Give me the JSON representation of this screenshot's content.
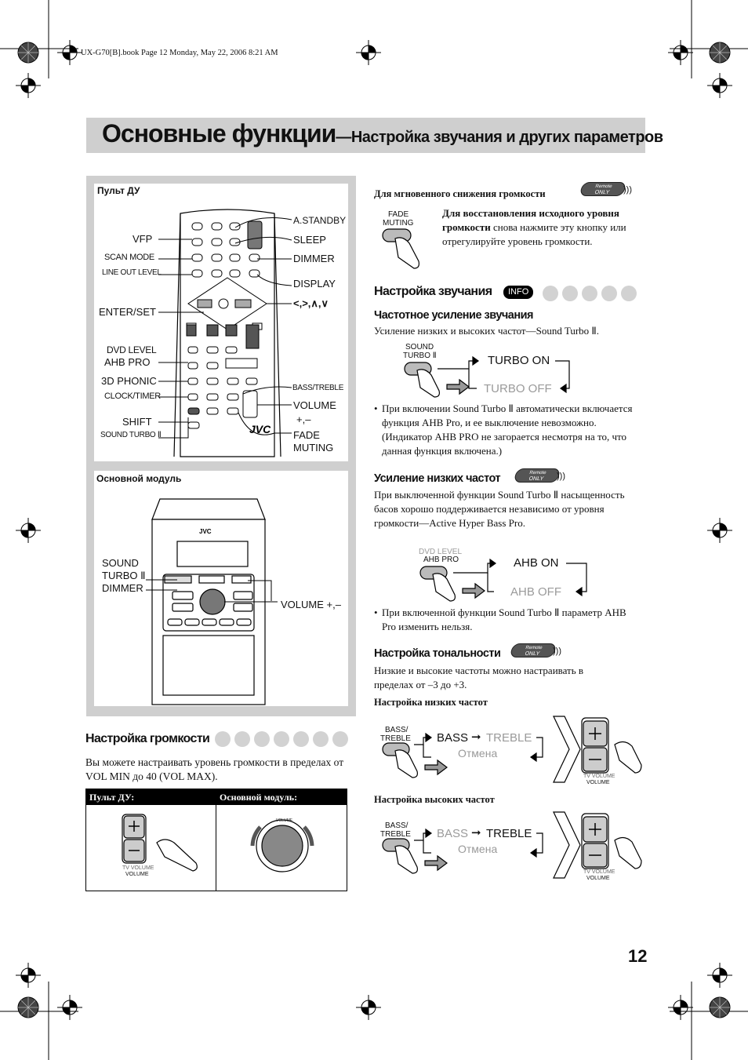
{
  "header": {
    "file_info": "UX-G70[B].book  Page 12  Monday, May 22, 2006  8:21 AM"
  },
  "title": {
    "main": "Основные функции",
    "sub": "—Настройка звучания и других параметров"
  },
  "remote_panel": {
    "heading": "Пульт ДУ",
    "labels_left": [
      "VFP",
      "SCAN MODE",
      "LINE OUT LEVEL",
      "ENTER/SET",
      "DVD LEVEL",
      "AHB PRO",
      "3D PHONIC",
      "CLOCK/TIMER",
      "SHIFT",
      "SOUND TURBO Ⅱ"
    ],
    "labels_right": [
      "A.STANDBY",
      "SLEEP",
      "DIMMER",
      "DISPLAY",
      "<,>,∧,∨",
      "BASS/TREBLE",
      "VOLUME",
      "+,–",
      "FADE",
      "MUTING"
    ],
    "brand": "JVC"
  },
  "main_unit_panel": {
    "heading": "Основной модуль",
    "labels": [
      "SOUND",
      "TURBO Ⅱ",
      "DIMMER",
      "VOLUME +,–"
    ],
    "brand": "JVC"
  },
  "volume_section": {
    "heading": "Настройка громкости",
    "text": "Вы можете настраивать уровень громкости в пределах от VOL MIN до 40 (VOL MAX).",
    "table_headers": [
      "Пульт ДУ:",
      "Основной модуль:"
    ],
    "remote_caption": [
      "TV VOLUME",
      "VOLUME"
    ],
    "knob_caption": "VOLUME"
  },
  "fade_section": {
    "heading": "Для мгновенного снижения громкости",
    "badge": [
      "Remote",
      "ONLY"
    ],
    "button_label": [
      "FADE",
      "MUTING"
    ],
    "text_bold": "Для восстановления исходного уровня громкости",
    "text_rest": "снова нажмите эту кнопку или отрегулируйте уровень громкости."
  },
  "sound_section": {
    "heading": "Настройка звучания",
    "info_badge": "INFO",
    "turbo": {
      "heading": "Частотное усиление звучания",
      "text": "Усиление низких и высоких частот—Sound Turbo Ⅱ.",
      "button_label": [
        "SOUND",
        "TURBO Ⅱ"
      ],
      "options": [
        "TURBO ON",
        "TURBO OFF"
      ],
      "note": "При включении Sound Turbo Ⅱ автоматически включается функция AHB Pro, и ее выключение невозможно. (Индикатор AHB PRO не загорается несмотря на то, что данная функция включена.)"
    },
    "bass": {
      "heading": "Усиление низких частот",
      "text": "При выключенной функции Sound Turbo Ⅱ насыщенность басов хорошо поддерживается независимо от уровня громкости—Active Hyper Bass Pro.",
      "button_label": [
        "DVD LEVEL",
        "AHB PRO"
      ],
      "options": [
        "AHB ON",
        "AHB OFF"
      ],
      "note": "При включенной функции Sound Turbo Ⅱ параметр AHB Pro изменить нельзя."
    },
    "tone": {
      "heading": "Настройка тональности",
      "text": "Низкие и высокие частоты можно настраивать в пределах от –3 до +3.",
      "bass_heading": "Настройка низких частот",
      "treble_heading": "Настройка высоких частот",
      "button_label": [
        "BASS/",
        "TREBLE"
      ],
      "bass_word": "BASS",
      "treble_word": "TREBLE",
      "cancel": "Отмена",
      "vol_caption": [
        "TV VOLUME",
        "VOLUME"
      ]
    }
  },
  "page_number": "12"
}
